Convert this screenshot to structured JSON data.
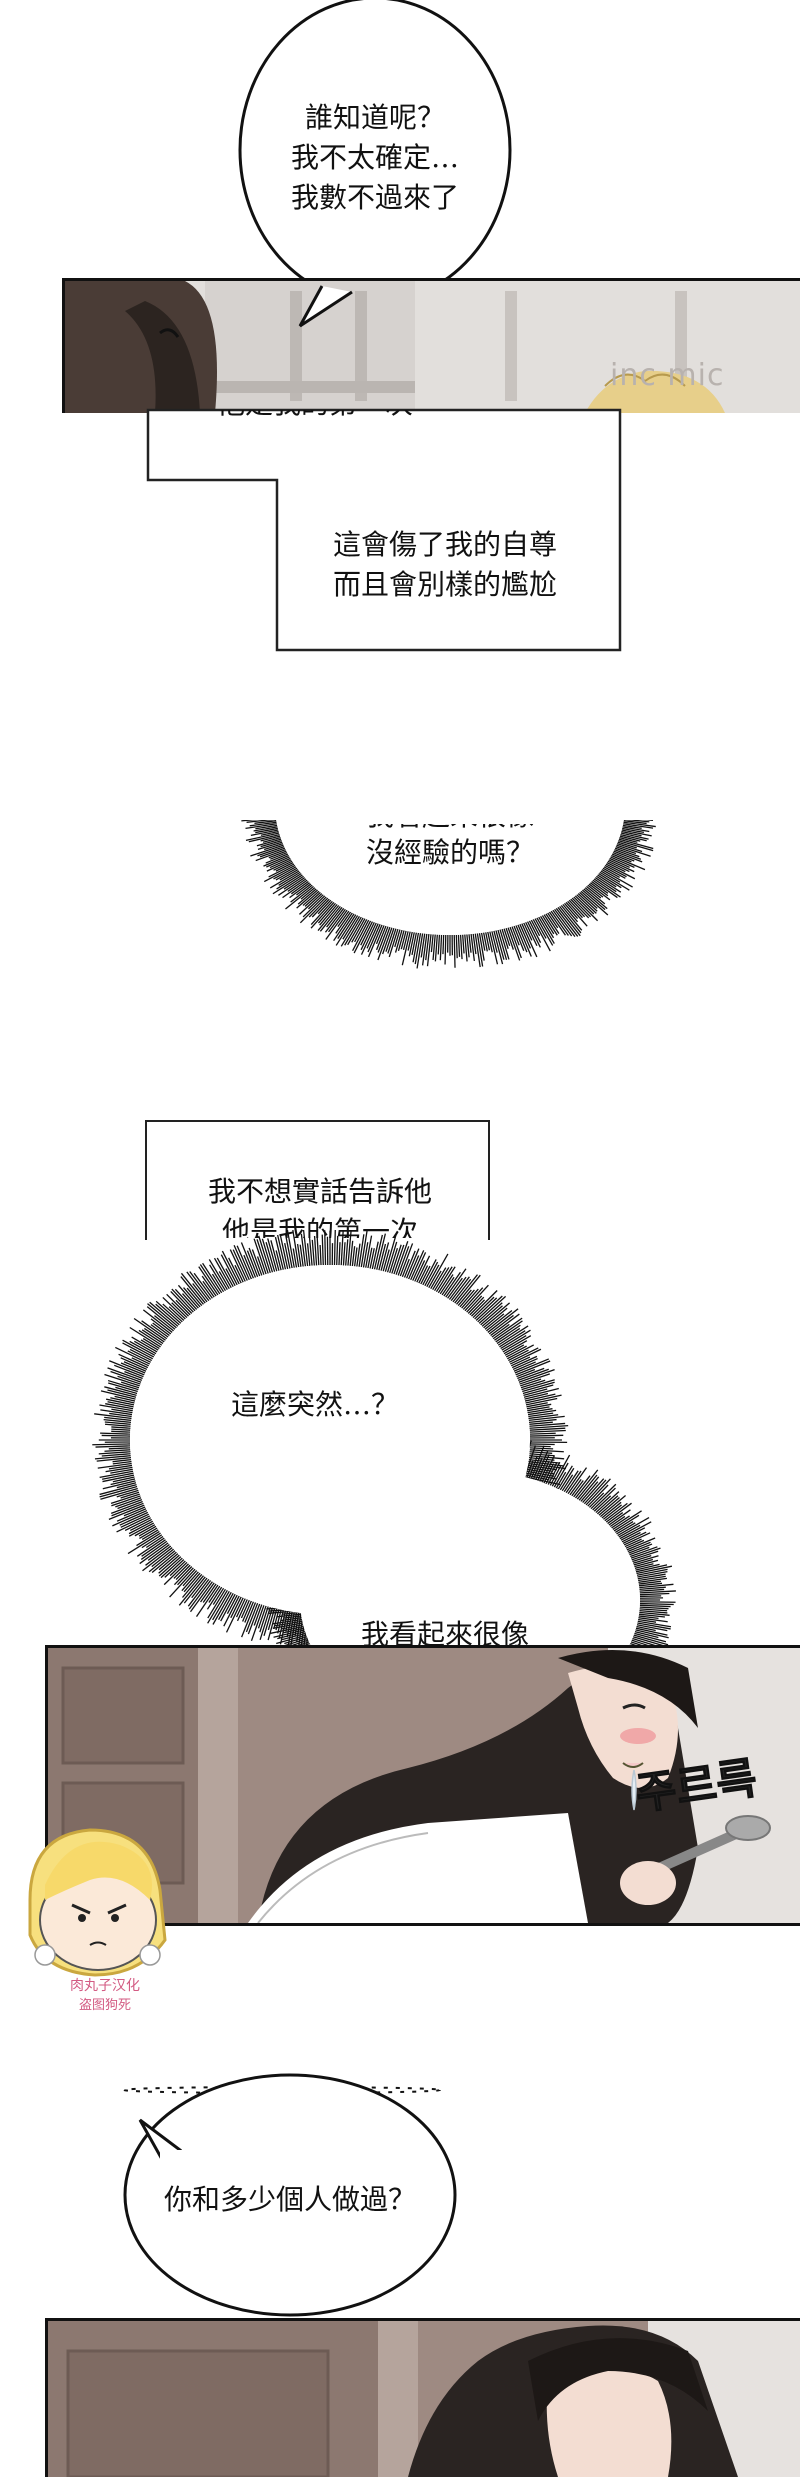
{
  "watermark": "inc mic",
  "scanlation_credit": [
    "肉丸子汉化",
    "盗图狗死"
  ],
  "bubbles": {
    "b1": [
      "誰知道呢？",
      "我不太確定…",
      "我數不過來了"
    ],
    "box1_top": "他是我的第一次",
    "box1": [
      "這會傷了我的自尊",
      "而且會別樣的尷尬"
    ],
    "burst1": [
      "我看起來很像",
      "沒經驗的嗎？"
    ],
    "box2": [
      "我不想實話告訴他",
      "他是我的第一次"
    ],
    "burst2": "這麼突然…？",
    "burst2_bottom": "我看起來很像",
    "sfx": "주르륵",
    "b2": "你和多少個人做過？"
  }
}
